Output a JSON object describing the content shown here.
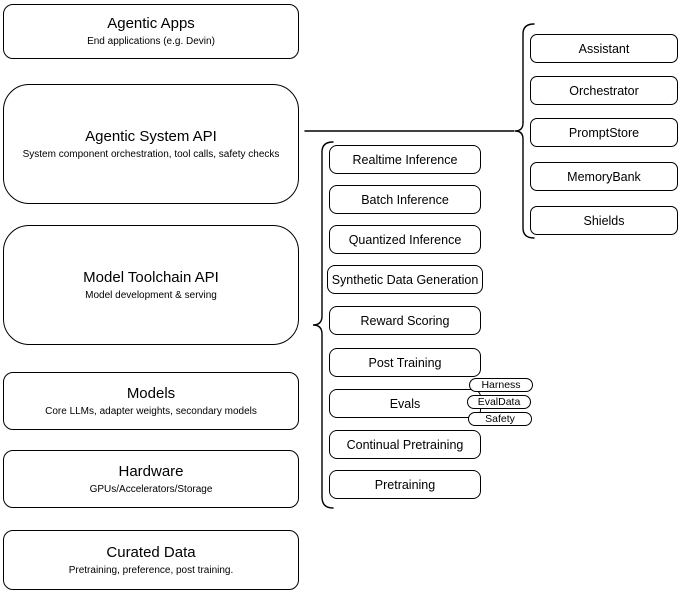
{
  "colors": {
    "background": "#ffffff",
    "node_fill": "#ffffff",
    "stroke": "#000000",
    "text": "#000000"
  },
  "stack_layers": [
    {
      "title": "Agentic Apps",
      "subtitle": "End applications (e.g. Devin)"
    },
    {
      "title": "Agentic System API",
      "subtitle": "System component orchestration, tool calls, safety checks"
    },
    {
      "title": "Model Toolchain API",
      "subtitle": "Model development & serving"
    },
    {
      "title": "Models",
      "subtitle": "Core LLMs, adapter weights, secondary models"
    },
    {
      "title": "Hardware",
      "subtitle": "GPUs/Accelerators/Storage"
    },
    {
      "title": "Curated Data",
      "subtitle": "Pretraining, preference, post training."
    }
  ],
  "toolchain_apis": [
    "Realtime Inference",
    "Batch Inference",
    "Quantized Inference",
    "Synthetic Data Generation",
    "Reward Scoring",
    "Post Training",
    "Evals",
    "Continual Pretraining",
    "Pretraining"
  ],
  "eval_tags": [
    "Harness",
    "EvalData",
    "Safety"
  ],
  "agentic_system_components": [
    "Assistant",
    "Orchestrator",
    "PromptStore",
    "MemoryBank",
    "Shields"
  ]
}
